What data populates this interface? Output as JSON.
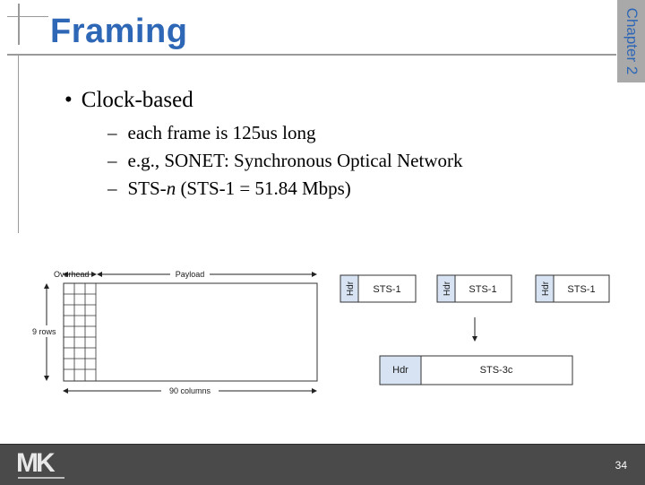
{
  "slide": {
    "title": "Framing",
    "chapter_tab": "Chapter 2",
    "bullet": "Clock-based",
    "sub_items": [
      {
        "before": "each frame is 125us long",
        "italic": "",
        "after": ""
      },
      {
        "before": "e.g., SONET: Synchronous Optical Network",
        "italic": "",
        "after": ""
      },
      {
        "before": "STS-",
        "italic": "n",
        "after": " (STS-1 = 51.84 Mbps)"
      }
    ],
    "page_number": "34",
    "logo_text": "MK"
  },
  "frame_diagram": {
    "overhead_label": "Overhead",
    "payload_label": "Payload",
    "rows_label": "9 rows",
    "columns_label": "90 columns",
    "rows": 9,
    "overhead_columns": 3
  },
  "multiplex_diagram": {
    "frames": [
      {
        "hdr": "Hdr",
        "label": "STS-1"
      },
      {
        "hdr": "Hdr",
        "label": "STS-1"
      },
      {
        "hdr": "Hdr",
        "label": "STS-1"
      }
    ],
    "output": {
      "hdr": "Hdr",
      "label": "STS-3c"
    }
  },
  "colors": {
    "title": "#2e67b6",
    "header_box": "#d7e3f2",
    "footer": "#4a4a4a"
  }
}
